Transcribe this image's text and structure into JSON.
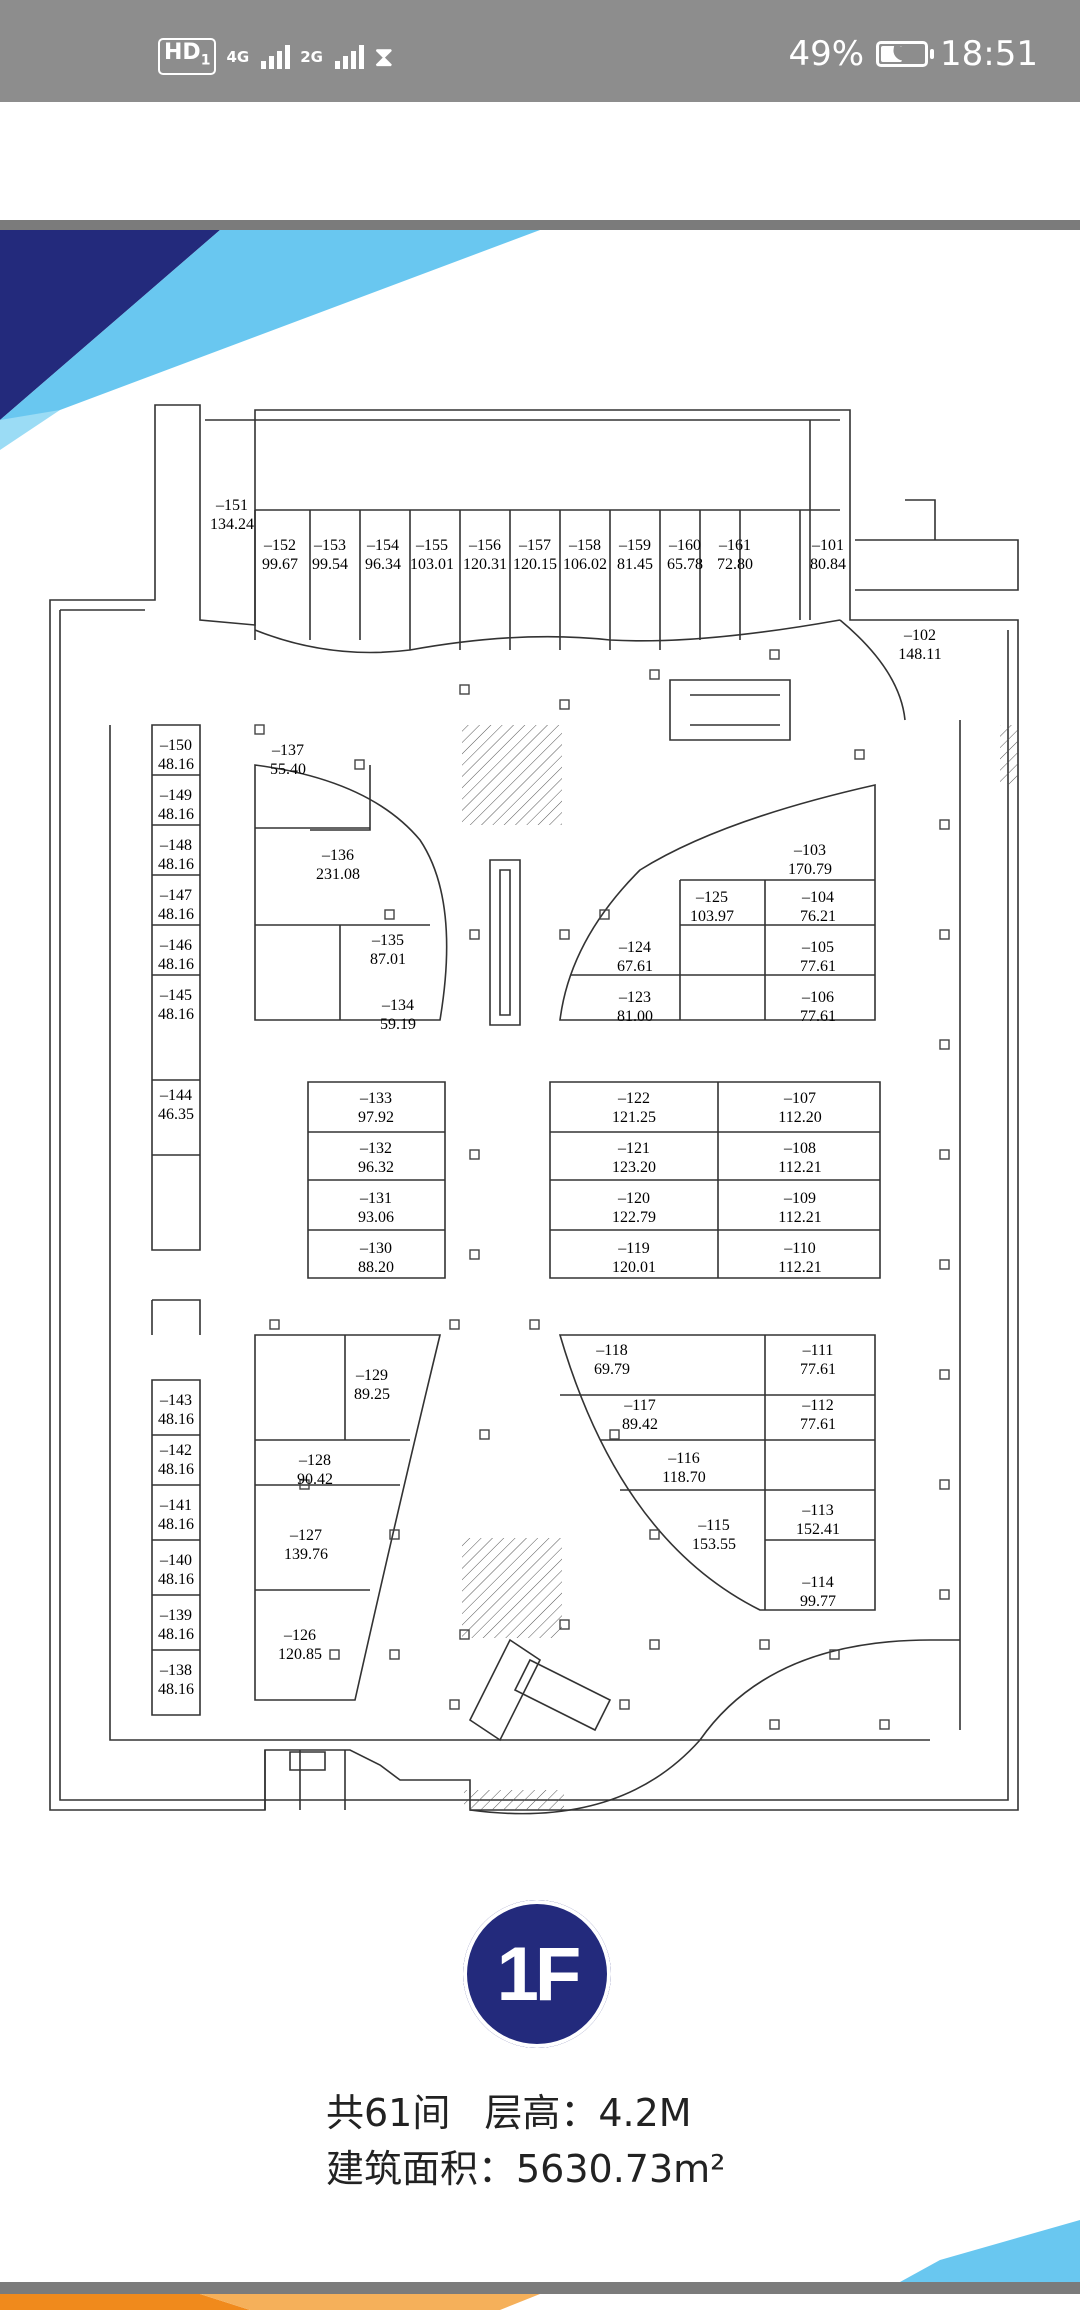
{
  "status_bar": {
    "hd_label": "HD",
    "sim1": "1",
    "net1": "4G",
    "net2": "2G",
    "battery": "49%",
    "battery_level": 0.49,
    "time": "18:51",
    "icons": [
      "hd-icon",
      "signal-icon",
      "signal-icon",
      "hourglass-icon",
      "battery-icon"
    ]
  },
  "floor_badge": "1F",
  "caption": {
    "line1_count": "共61间",
    "line1_height": "层高：4.2M",
    "line2": "建筑面积：5630.73m²"
  },
  "colors": {
    "navy": "#232a7c",
    "sky": "#69c7f0",
    "orange": "#f08a1c",
    "status_gray": "#8d8d8d"
  },
  "units": [
    {
      "id": "–151",
      "area": "134.24"
    },
    {
      "id": "–152",
      "area": "99.67"
    },
    {
      "id": "–153",
      "area": "99.54"
    },
    {
      "id": "–154",
      "area": "96.34"
    },
    {
      "id": "–155",
      "area": "103.01"
    },
    {
      "id": "–156",
      "area": "120.31"
    },
    {
      "id": "–157",
      "area": "120.15"
    },
    {
      "id": "–158",
      "area": "106.02"
    },
    {
      "id": "–159",
      "area": "81.45"
    },
    {
      "id": "–160",
      "area": "65.78"
    },
    {
      "id": "–161",
      "area": "72.80"
    },
    {
      "id": "–101",
      "area": "80.84"
    },
    {
      "id": "–102",
      "area": "148.11"
    },
    {
      "id": "–150",
      "area": "48.16"
    },
    {
      "id": "–149",
      "area": "48.16"
    },
    {
      "id": "–148",
      "area": "48.16"
    },
    {
      "id": "–147",
      "area": "48.16"
    },
    {
      "id": "–146",
      "area": "48.16"
    },
    {
      "id": "–145",
      "area": "48.16"
    },
    {
      "id": "–137",
      "area": "55.40"
    },
    {
      "id": "–136",
      "area": "231.08"
    },
    {
      "id": "–135",
      "area": "87.01"
    },
    {
      "id": "–134",
      "area": "59.19"
    },
    {
      "id": "–103",
      "area": "170.79"
    },
    {
      "id": "–125",
      "area": "103.97"
    },
    {
      "id": "–104",
      "area": "76.21"
    },
    {
      "id": "–124",
      "area": "67.61"
    },
    {
      "id": "–105",
      "area": "77.61"
    },
    {
      "id": "–123",
      "area": "81.00"
    },
    {
      "id": "–106",
      "area": "77.61"
    },
    {
      "id": "–144",
      "area": "46.35"
    },
    {
      "id": "–133",
      "area": "97.92"
    },
    {
      "id": "–132",
      "area": "96.32"
    },
    {
      "id": "–131",
      "area": "93.06"
    },
    {
      "id": "–130",
      "area": "88.20"
    },
    {
      "id": "–122",
      "area": "121.25"
    },
    {
      "id": "–107",
      "area": "112.20"
    },
    {
      "id": "–121",
      "area": "123.20"
    },
    {
      "id": "–108",
      "area": "112.21"
    },
    {
      "id": "–120",
      "area": "122.79"
    },
    {
      "id": "–109",
      "area": "112.21"
    },
    {
      "id": "–119",
      "area": "120.01"
    },
    {
      "id": "–110",
      "area": "112.21"
    },
    {
      "id": "–118",
      "area": "69.79"
    },
    {
      "id": "–111",
      "area": "77.61"
    },
    {
      "id": "–117",
      "area": "89.42"
    },
    {
      "id": "–112",
      "area": "77.61"
    },
    {
      "id": "–116",
      "area": "118.70"
    },
    {
      "id": "–113",
      "area": "152.41"
    },
    {
      "id": "–115",
      "area": "153.55"
    },
    {
      "id": "–114",
      "area": "99.77"
    },
    {
      "id": "–129",
      "area": "89.25"
    },
    {
      "id": "–128",
      "area": "90.42"
    },
    {
      "id": "–127",
      "area": "139.76"
    },
    {
      "id": "–126",
      "area": "120.85"
    },
    {
      "id": "–143",
      "area": "48.16"
    },
    {
      "id": "–142",
      "area": "48.16"
    },
    {
      "id": "–141",
      "area": "48.16"
    },
    {
      "id": "–140",
      "area": "48.16"
    },
    {
      "id": "–139",
      "area": "48.16"
    },
    {
      "id": "–138",
      "area": "48.16"
    }
  ]
}
